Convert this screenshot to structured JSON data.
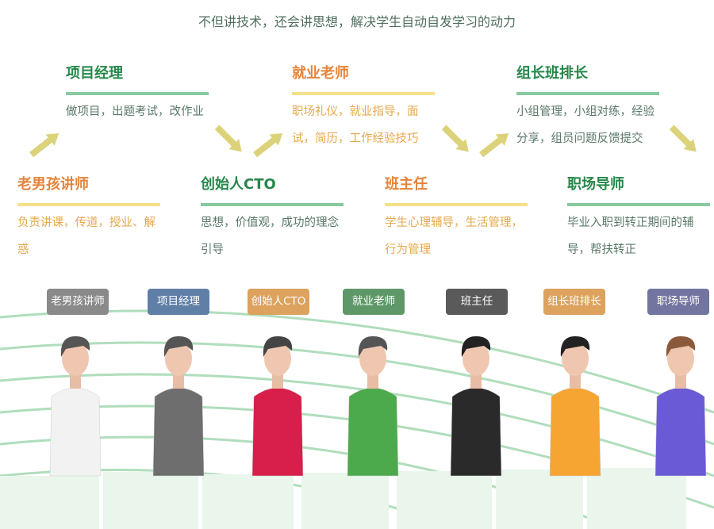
{
  "subtitle": "不但讲技术，还会讲思想，解决学生自动自发学习的动力",
  "roles": [
    {
      "title": "老男孩讲师",
      "desc": "负责讲课，传道，授业、解惑",
      "badge": "老男孩讲师",
      "badge_color": "#8a8a8a",
      "shirt": "#f2f2f2"
    },
    {
      "title": "项目经理",
      "desc": "做项目，出题考试，改作业",
      "badge": "项目经理",
      "badge_color": "#5f7fa6",
      "shirt": "#6e6e6e"
    },
    {
      "title": "创始人CTO",
      "desc": "思想，价值观，成功的理念引导",
      "badge": "创始人CTO",
      "badge_color": "#dca25e",
      "shirt": "#d81e4a"
    },
    {
      "title": "就业老师",
      "desc": "职场礼仪，就业指导，面试，简历，工作经验技巧",
      "badge": "就业老师",
      "badge_color": "#5f9868",
      "shirt": "#4caa4c"
    },
    {
      "title": "班主任",
      "desc": "学生心理辅导，生活管理，行为管理",
      "badge": "班主任",
      "badge_color": "#5a5a5a",
      "shirt": "#2a2a2a"
    },
    {
      "title": "组长班排长",
      "desc": "小组管理，小组对练，经验分享，组员问题反馈提交",
      "badge": "组长班排长",
      "badge_color": "#dca25e",
      "shirt": "#f7a532"
    },
    {
      "title": "职场导师",
      "desc": "毕业入职到转正期间的辅导，帮扶转正",
      "badge": "职场导师",
      "badge_color": "#7474a0",
      "shirt": "#6a5ad6"
    }
  ],
  "colors": {
    "green_title": "#26874a",
    "orange_title": "#e5843a",
    "arrow": "#dcd27a"
  }
}
